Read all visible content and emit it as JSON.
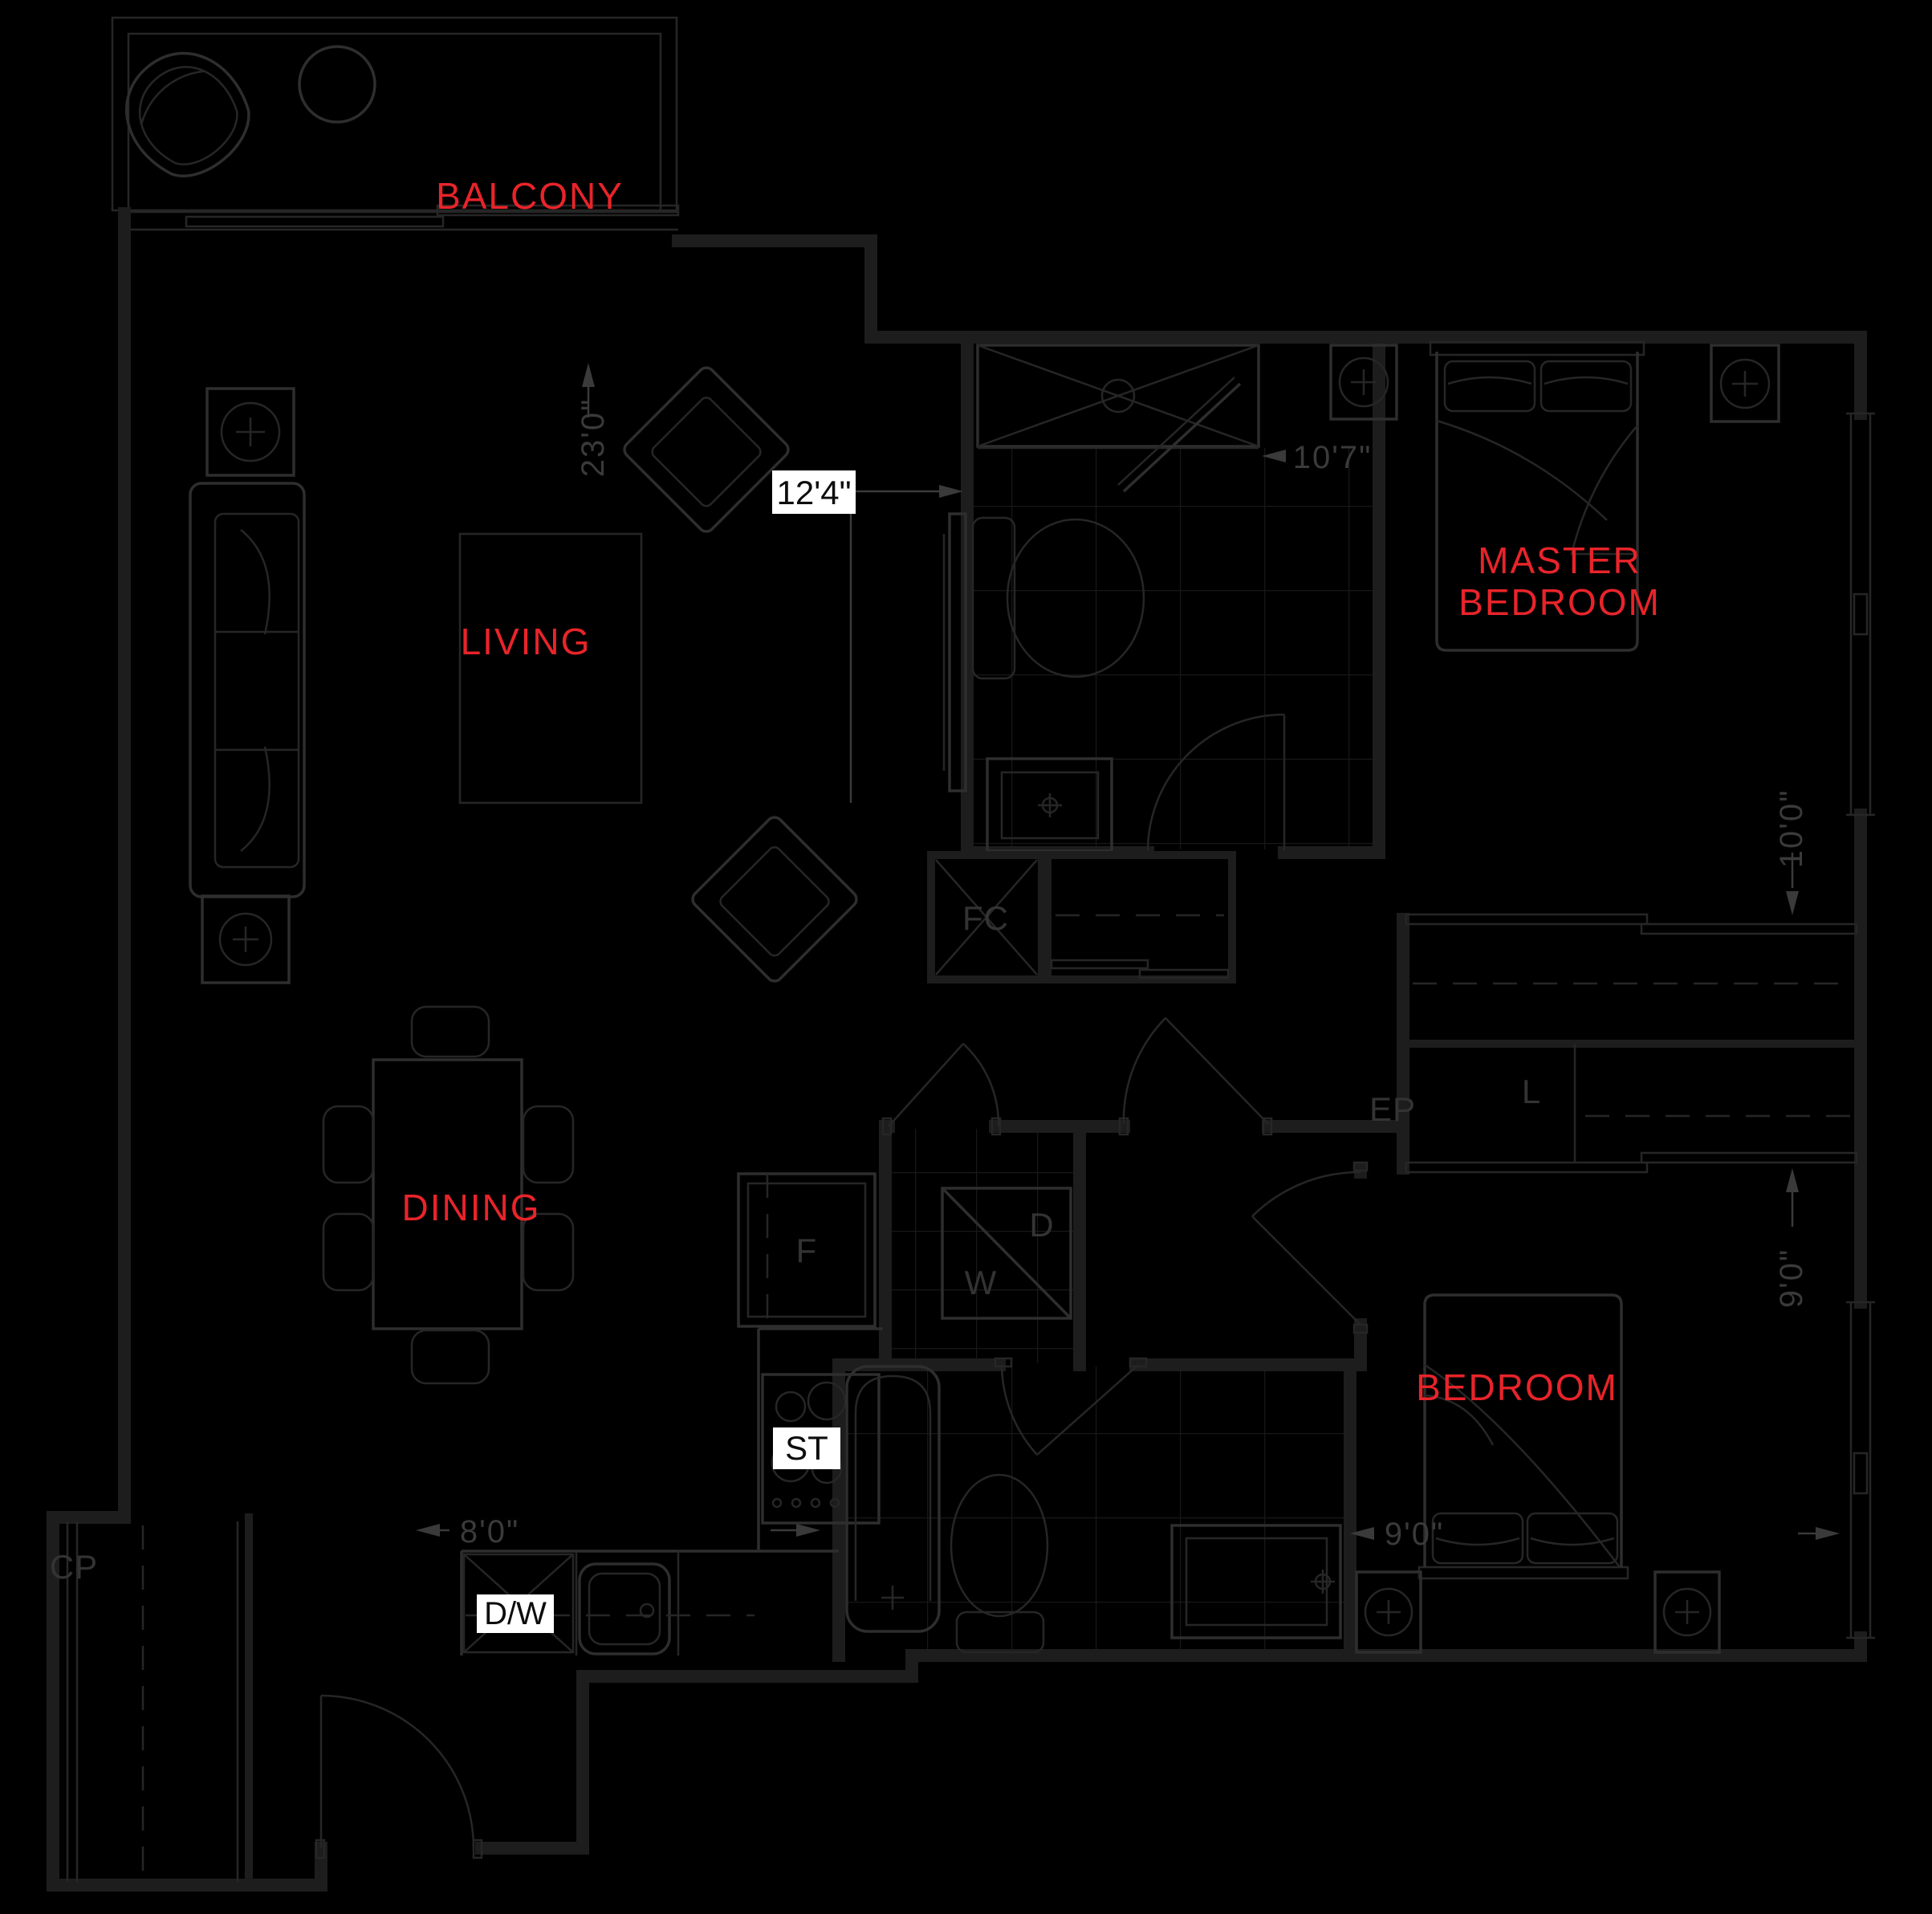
{
  "colors": {
    "bg": "#000000",
    "wall": "#1d1d1d",
    "line": "#2e2e2e",
    "line2": "#262626",
    "tile": "#181818",
    "dim": "#3a3a3a",
    "red": "#e8242a",
    "white": "#ffffff",
    "black": "#0d0d0d"
  },
  "rooms": {
    "balcony": "BALCONY",
    "living": "LIVING",
    "dining": "DINING",
    "master_line1": "MASTER",
    "master_line2": "BEDROOM",
    "bedroom": "BEDROOM"
  },
  "dimensions": {
    "living_length": "23'0\"",
    "living_width": "12'4\"",
    "master_width": "10'7\"",
    "master_depth": "10'0\"",
    "bedroom_width": "9'0\"",
    "bedroom_depth": "9'0\"",
    "kitchen_width": "8'0\""
  },
  "labels": {
    "fan_coil": "FC",
    "electrical_panel": "EP",
    "linen": "L",
    "fridge": "F",
    "washer": "W",
    "dryer": "D",
    "stove": "ST",
    "dishwasher": "D/W",
    "coat_closet": "CP"
  }
}
